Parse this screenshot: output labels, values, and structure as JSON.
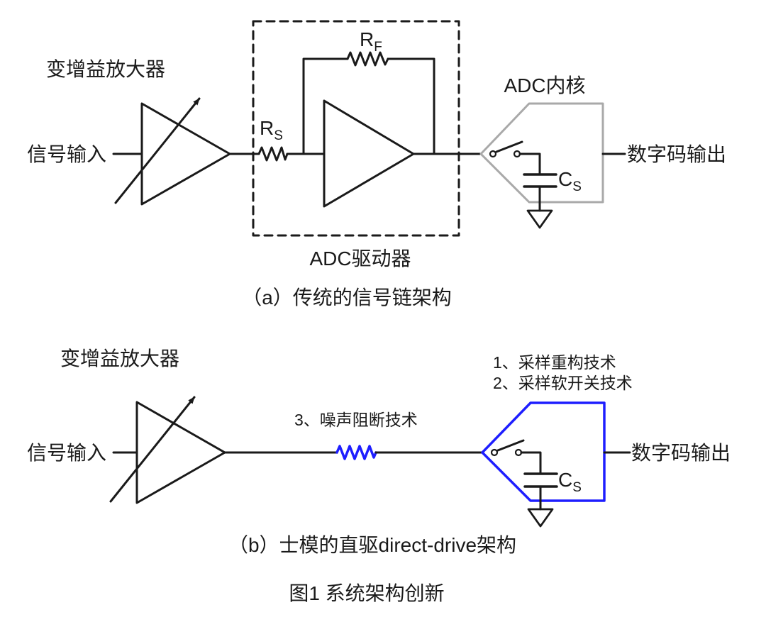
{
  "figure": {
    "title": "图1 系统架构创新"
  },
  "colors": {
    "line_black": "#1a1a1a",
    "core_gray": "#a9a9a9",
    "accent_blue": "#1e1eff",
    "background": "#ffffff"
  },
  "diagram_a": {
    "vga_label": "变增益放大器",
    "input_label": "信号输入",
    "rs": {
      "main": "R",
      "sub": "S"
    },
    "rf": {
      "main": "R",
      "sub": "F"
    },
    "driver_label": "ADC驱动器",
    "core_label": "ADC内核",
    "cs": {
      "main": "C",
      "sub": "S"
    },
    "output_label": "数字码输出",
    "caption": "（a）传统的信号链架构"
  },
  "diagram_b": {
    "vga_label": "变增益放大器",
    "input_label": "信号输入",
    "annotation_1": "1、采样重构技术",
    "annotation_2": "2、采样软开关技术",
    "annotation_3": "3、噪声阻断技术",
    "cs": {
      "main": "C",
      "sub": "S"
    },
    "output_label": "数字码输出",
    "caption": "（b）士模的直驱direct-drive架构"
  }
}
